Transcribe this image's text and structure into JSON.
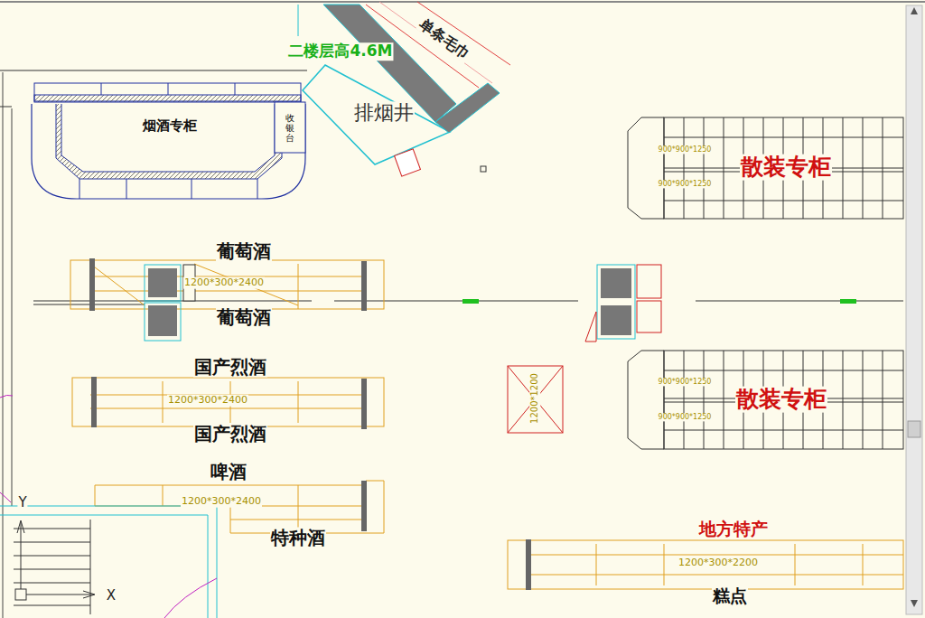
{
  "diagram": {
    "nodes": [
      {
        "text": [
          "烟酒专柜"
        ]
      },
      {
        "text": [
          "收银台"
        ],
        "in": 0
      },
      {
        "text": [
          "排烟井"
        ]
      },
      {
        "text": [
          "单条毛巾"
        ]
      },
      {
        "text": [
          "散装专柜",
          "900*900*1250",
          "900*900*1250"
        ]
      },
      {
        "text": [
          "葡萄酒",
          "1200*300*2400",
          "葡萄酒"
        ]
      },
      {
        "text": [
          "国产烈酒",
          "1200*300*2400",
          "国产烈酒"
        ]
      },
      {
        "text": [
          "散装专柜",
          "900*900*1250",
          "900*900*1250"
        ]
      },
      {
        "text": [
          "1200*1200"
        ]
      },
      {
        "text": [
          "啤酒",
          "1200*300*2400",
          "特种酒"
        ]
      },
      {
        "text": [
          "地方特产",
          "1200*300*2200",
          "糕点"
        ]
      }
    ],
    "labels": [
      "二楼层高4.6M",
      "Y",
      "X"
    ]
  }
}
